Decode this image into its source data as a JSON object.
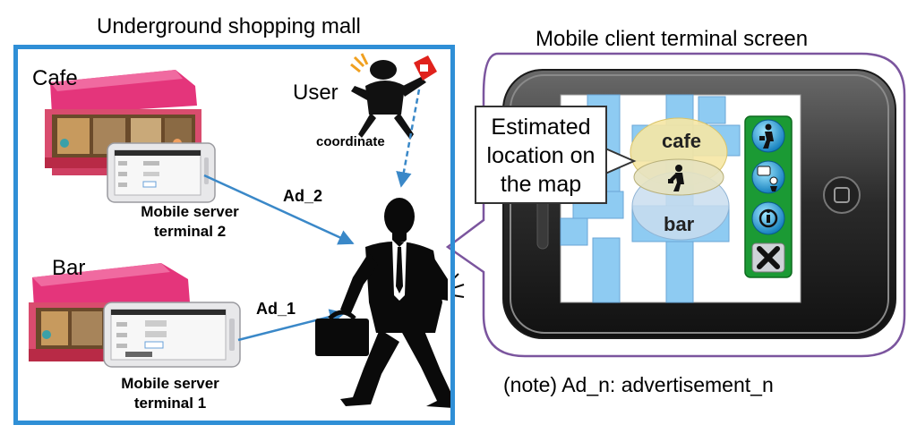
{
  "mall": {
    "title": "Underground shopping mall",
    "cafe_label": "Cafe",
    "bar_label": "Bar",
    "user_label": "User",
    "coordinate_label": "coordinate",
    "server2_label": "Mobile server terminal 2",
    "server1_label": "Mobile server terminal 1",
    "ad2_label": "Ad_2",
    "ad1_label": "Ad_1"
  },
  "client": {
    "title": "Mobile client terminal screen",
    "callout_text": "Estimated location on the map",
    "map_cafe_label": "cafe",
    "map_bar_label": "bar",
    "toolbar_icons": [
      "walking-person-icon",
      "speech-person-icon",
      "info-person-icon",
      "close-icon"
    ]
  },
  "note": "(note) Ad_n: advertisement_n",
  "colors": {
    "mall_border": "#2f8fd6",
    "bubble_border": "#7b559e",
    "map_corridor": "#8ecbf2",
    "arrow": "#3a88c8",
    "toolbar_button": "#1aa4dc",
    "cafe_zone": "#f6e7a4",
    "bar_zone": "#c9ddef"
  }
}
